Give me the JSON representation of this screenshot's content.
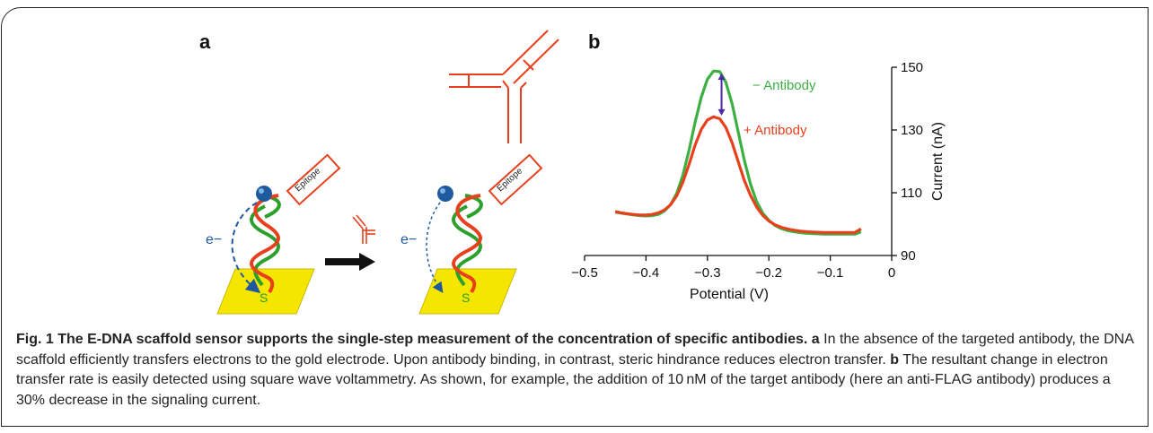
{
  "panel_a": {
    "label": "a",
    "epitope_label": "Epitope",
    "electron_label": "e−",
    "sulfur_label": "S",
    "colors": {
      "dna_green": "#2ca02c",
      "dna_red": "#e8401c",
      "electrode": "#f5e600",
      "antibody": "#e8401c",
      "redox": "#1f5a9e",
      "arrow": "#111111"
    }
  },
  "panel_b": {
    "label": "b",
    "chart_data": {
      "type": "line",
      "xlabel": "Potential (V)",
      "ylabel": "Current (nA)",
      "xlim": [
        -0.5,
        0
      ],
      "ylim": [
        90,
        150
      ],
      "xticks": [
        -0.5,
        -0.4,
        -0.3,
        -0.2,
        -0.1,
        0
      ],
      "xtick_labels": [
        "−0.5",
        "−0.4",
        "−0.3",
        "−0.2",
        "−0.1",
        "0"
      ],
      "yticks": [
        90,
        110,
        130,
        150
      ],
      "ytick_labels": [
        "90",
        "110",
        "130",
        "150"
      ],
      "y_axis_side": "right",
      "series": [
        {
          "name": "− Antibody",
          "color": "#3cb043",
          "x": [
            -0.45,
            -0.44,
            -0.43,
            -0.42,
            -0.41,
            -0.4,
            -0.39,
            -0.38,
            -0.37,
            -0.36,
            -0.35,
            -0.34,
            -0.33,
            -0.32,
            -0.31,
            -0.3,
            -0.29,
            -0.28,
            -0.27,
            -0.26,
            -0.25,
            -0.24,
            -0.23,
            -0.22,
            -0.21,
            -0.2,
            -0.19,
            -0.18,
            -0.17,
            -0.16,
            -0.15,
            -0.14,
            -0.13,
            -0.12,
            -0.11,
            -0.1,
            -0.09,
            -0.08,
            -0.07,
            -0.06,
            -0.05
          ],
          "y": [
            103.8,
            103.5,
            103.2,
            102.9,
            102.7,
            102.6,
            102.7,
            103.1,
            104.2,
            106.2,
            109.8,
            115.5,
            123.5,
            132.5,
            140.5,
            146.2,
            148.8,
            148.6,
            145.2,
            138.5,
            129.5,
            120.5,
            112.8,
            107.2,
            103.5,
            101.2,
            99.6,
            98.6,
            98.0,
            97.6,
            97.3,
            97.1,
            97.0,
            96.9,
            96.8,
            96.8,
            96.8,
            96.8,
            96.8,
            96.8,
            97.5
          ]
        },
        {
          "name": "+ Antibody",
          "color": "#e8401c",
          "x": [
            -0.45,
            -0.44,
            -0.43,
            -0.42,
            -0.41,
            -0.4,
            -0.39,
            -0.38,
            -0.37,
            -0.36,
            -0.35,
            -0.34,
            -0.33,
            -0.32,
            -0.31,
            -0.3,
            -0.29,
            -0.28,
            -0.27,
            -0.26,
            -0.25,
            -0.24,
            -0.23,
            -0.22,
            -0.21,
            -0.2,
            -0.19,
            -0.18,
            -0.17,
            -0.16,
            -0.15,
            -0.14,
            -0.13,
            -0.12,
            -0.11,
            -0.1,
            -0.09,
            -0.08,
            -0.07,
            -0.06,
            -0.05
          ],
          "y": [
            104.0,
            103.6,
            103.3,
            103.1,
            102.9,
            102.9,
            103.1,
            103.6,
            104.5,
            106.2,
            109.0,
            113.3,
            119.0,
            125.2,
            130.2,
            133.2,
            134.2,
            133.6,
            130.8,
            126.0,
            120.0,
            114.0,
            109.2,
            105.5,
            102.8,
            101.0,
            99.8,
            99.0,
            98.5,
            98.1,
            97.8,
            97.6,
            97.5,
            97.4,
            97.3,
            97.3,
            97.3,
            97.3,
            97.3,
            97.3,
            98.5
          ]
        }
      ],
      "annotations": {
        "minus_label": "− Antibody",
        "plus_label": "+ Antibody",
        "arrow_color": "#4b2aa8",
        "arrow_x": -0.277,
        "arrow_y_top": 148.0,
        "arrow_y_bottom": 134.6
      }
    }
  },
  "caption": {
    "fig_label": "Fig. 1",
    "title": "The E-DNA scaffold sensor supports the single-step measurement of the concentration of specific antibodies.",
    "ref_a": "a",
    "text_a": "In the absence of the targeted antibody, the DNA scaffold efficiently transfers electrons to the gold electrode. Upon antibody binding, in contrast, steric hindrance reduces electron transfer.",
    "ref_b": "b",
    "text_b": "The resultant change in electron transfer rate is easily detected using square wave voltammetry. As shown, for example, the addition of 10 nM of the target antibody (here an anti-FLAG antibody) produces a 30% decrease in the signaling current."
  }
}
